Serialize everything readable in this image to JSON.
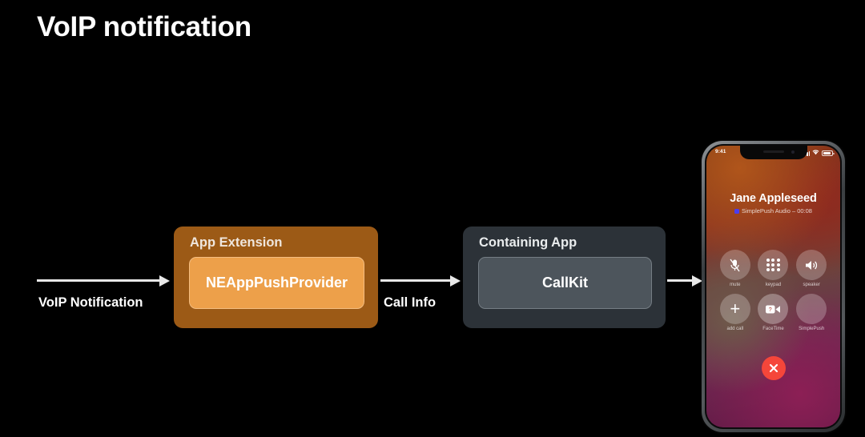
{
  "slide": {
    "title": "VoIP notification",
    "background_color": "#000000"
  },
  "diagram": {
    "arrows": [
      {
        "label": "VoIP Notification",
        "name": "arrow-voip-notification"
      },
      {
        "label": "Call Info",
        "name": "arrow-call-info"
      },
      {
        "label": "",
        "name": "arrow-to-device"
      }
    ],
    "boxes": [
      {
        "title": "App Extension",
        "inner_label": "NEAppPushProvider",
        "outer_color": "#9C5A16",
        "inner_color": "#EDA04A"
      },
      {
        "title": "Containing App",
        "inner_label": "CallKit",
        "outer_color": "#2C3238",
        "inner_color": "#4D555C"
      }
    ]
  },
  "phone": {
    "status_bar": {
      "time": "9:41",
      "wifi_icon": "wifi-icon",
      "battery_icon": "battery-icon",
      "signal_icon": "cellular-signal-icon"
    },
    "call": {
      "caller_name": "Jane Appleseed",
      "subtitle": "SimplePush Audio – 00:08",
      "app_badge_color": "#4A3DF0",
      "buttons": [
        {
          "caption": "mute",
          "icon": "microphone-muted-icon"
        },
        {
          "caption": "keypad",
          "icon": "keypad-icon"
        },
        {
          "caption": "speaker",
          "icon": "speaker-icon"
        },
        {
          "caption": "add call",
          "icon": "plus-icon"
        },
        {
          "caption": "FaceTime",
          "icon": "facetime-video-icon"
        },
        {
          "caption": "SimplePush",
          "icon": "simplepush-app-icon"
        }
      ],
      "end_call": {
        "icon": "end-call-x-icon",
        "color": "#F5463A"
      }
    }
  }
}
